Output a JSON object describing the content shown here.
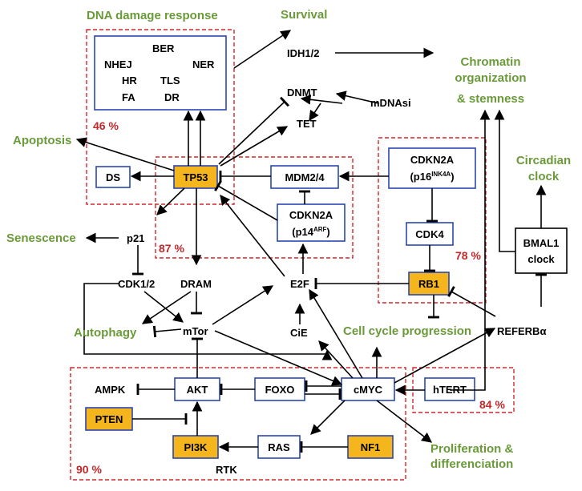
{
  "groups": {
    "dna": "DNA damage response",
    "dna_pct": "46 %",
    "tp53_pct": "87 %",
    "rb_pct": "78 %",
    "rtk_pct": "90 %",
    "tert_pct": "84 %"
  },
  "dna_box": [
    "BER",
    "NHEJ",
    "NER",
    "HR",
    "TLS",
    "FA",
    "DR"
  ],
  "outcomes": {
    "survival": "Survival",
    "chromatin": [
      "Chromatin",
      "organization",
      "& stemness"
    ],
    "apoptosis": "Apoptosis",
    "circadian": [
      "Circadian",
      "clock"
    ],
    "senescence": "Senescence",
    "autophagy": "Autophagy",
    "cellcycle": "Cell cycle progression",
    "prolif": [
      "Proliferation &",
      "differenciation"
    ]
  },
  "nodes": {
    "idh": "IDH1/2",
    "dnmt": "DNMT",
    "tet": "TET",
    "mdnasi": "mDNAsi",
    "ds": "DS",
    "tp53": "TP53",
    "mdm": "MDM2/4",
    "p14a": "CDKN2A",
    "p14b": "(p14",
    "p14sup": "ARF",
    "p14c": ")",
    "p16a": "CDKN2A",
    "p16b": "(p16",
    "p16sup": "INK4A",
    "p16c": ")",
    "cdk4": "CDK4",
    "rb1": "RB1",
    "bmal_a": "BMAL1",
    "bmal_b": "clock",
    "p21": "p21",
    "cdk12": "CDK1/2",
    "dram": "DRAM",
    "e2f": "E2F",
    "mtor": "mTor",
    "cie": "CiE",
    "referb": "REFERBα",
    "ampk": "AMPK",
    "akt": "AKT",
    "foxo": "FOXO",
    "cmyc": "cMYC",
    "htert": "hTERT",
    "pten": "PTEN",
    "pi3k": "PI3K",
    "ras": "RAS",
    "nf1": "NF1",
    "rtk": "RTK"
  },
  "colors": {
    "outcome": "#6a9a3a",
    "percent": "#c0282a",
    "highlight": "#f5b51c",
    "box_border": "#2a47b0",
    "group_border": "#d4262a"
  }
}
